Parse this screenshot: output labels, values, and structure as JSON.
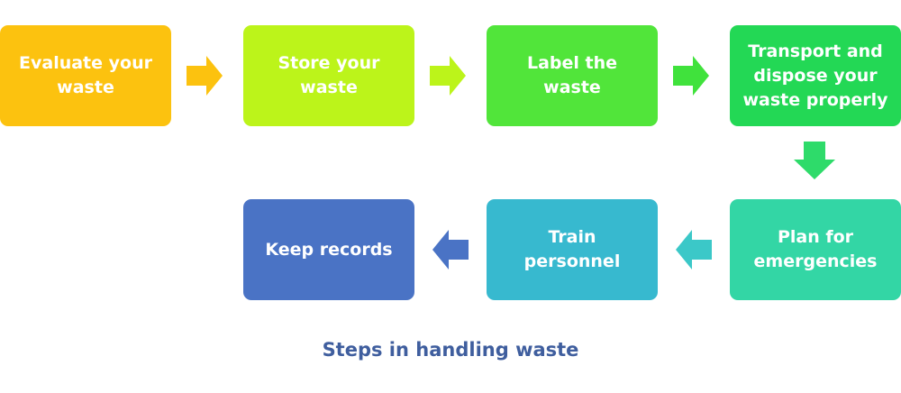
{
  "diagram": {
    "caption": "Steps in handling waste",
    "steps": [
      {
        "label": "Evaluate your\nwaste",
        "color": "#fcc20f"
      },
      {
        "label": "Store your\nwaste",
        "color": "#bcf41a"
      },
      {
        "label": "Label the\nwaste",
        "color": "#51e53a"
      },
      {
        "label": "Transport and\ndispose your\nwaste properly",
        "color": "#23d855"
      },
      {
        "label": "Plan for\nemergencies",
        "color": "#33d6a5"
      },
      {
        "label": "Train\npersonnel",
        "color": "#37b9cf"
      },
      {
        "label": "Keep records",
        "color": "#4a73c5"
      }
    ],
    "arrow_colors": [
      "#fcc20f",
      "#bcf41a",
      "#40e23c",
      "#2edb6a",
      "#3bc8c8",
      "#4a73c5"
    ]
  }
}
